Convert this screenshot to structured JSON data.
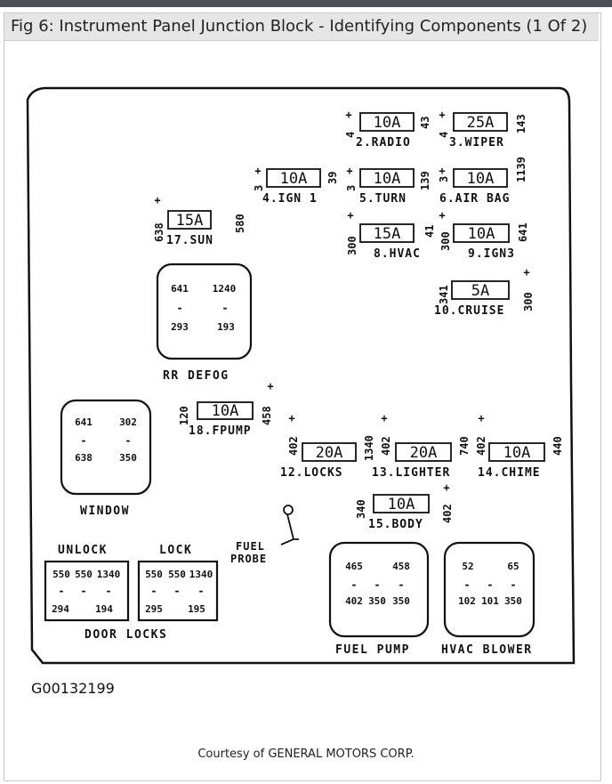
{
  "title": "Fig 6: Instrument Panel Junction Block - Identifying Components (1 Of 2)",
  "figure_id": "G00132199",
  "credit": "Courtesy of GENERAL MOTORS CORP.",
  "fuses": [
    {
      "rating": "10A",
      "label": "2.RADIO",
      "left_pin": "4",
      "right_pin": "43"
    },
    {
      "rating": "25A",
      "label": "3.WIPER",
      "left_pin": "4",
      "right_pin": "143"
    },
    {
      "rating": "10A",
      "label": "4.IGN 1",
      "left_pin": "3",
      "right_pin": "39"
    },
    {
      "rating": "10A",
      "label": "5.TURN",
      "left_pin": "3",
      "right_pin": "139"
    },
    {
      "rating": "10A",
      "label": "6.AIR BAG",
      "left_pin": "3",
      "right_pin": "1139"
    },
    {
      "rating": "15A",
      "label": "17.SUN",
      "left_pin": "638",
      "right_pin": "580"
    },
    {
      "rating": "15A",
      "label": "8.HVAC",
      "left_pin": "300",
      "right_pin": "41"
    },
    {
      "rating": "10A",
      "label": "9.IGN3",
      "left_pin": "300",
      "right_pin": "641"
    },
    {
      "rating": "5A",
      "label": "10.CRUISE",
      "left_pin": "341",
      "right_pin": "300"
    },
    {
      "rating": "10A",
      "label": "18.FPUMP",
      "left_pin": "120",
      "right_pin": "458"
    },
    {
      "rating": "20A",
      "label": "12.LOCKS",
      "left_pin": "402",
      "right_pin": "1340"
    },
    {
      "rating": "20A",
      "label": "13.LIGHTER",
      "left_pin": "402",
      "right_pin": "740"
    },
    {
      "rating": "10A",
      "label": "14.CHIME",
      "left_pin": "402",
      "right_pin": "440"
    },
    {
      "rating": "10A",
      "label": "15.BODY",
      "left_pin": "340",
      "right_pin": "402"
    }
  ],
  "relays": [
    {
      "label": "RR DEFOG",
      "pins": [
        "641",
        "1240",
        "293",
        "193"
      ]
    },
    {
      "label": "WINDOW",
      "pins": [
        "641",
        "302",
        "638",
        "350"
      ]
    },
    {
      "label": "FUEL PUMP",
      "pins": [
        "465",
        "458",
        "402",
        "350",
        "350"
      ]
    },
    {
      "label": "HVAC BLOWER",
      "pins": [
        "52",
        "65",
        "102",
        "101",
        "350"
      ]
    }
  ],
  "door_locks": {
    "label": "DOOR LOCKS",
    "unlock": {
      "label": "UNLOCK",
      "pins": [
        "550",
        "550",
        "1340",
        "294",
        "194"
      ]
    },
    "lock": {
      "label": "LOCK",
      "pins": [
        "550",
        "550",
        "1340",
        "295",
        "195"
      ]
    }
  },
  "fuel_probe_label": [
    "FUEL",
    "PROBE"
  ],
  "plus_sign": "+",
  "dash": "-"
}
